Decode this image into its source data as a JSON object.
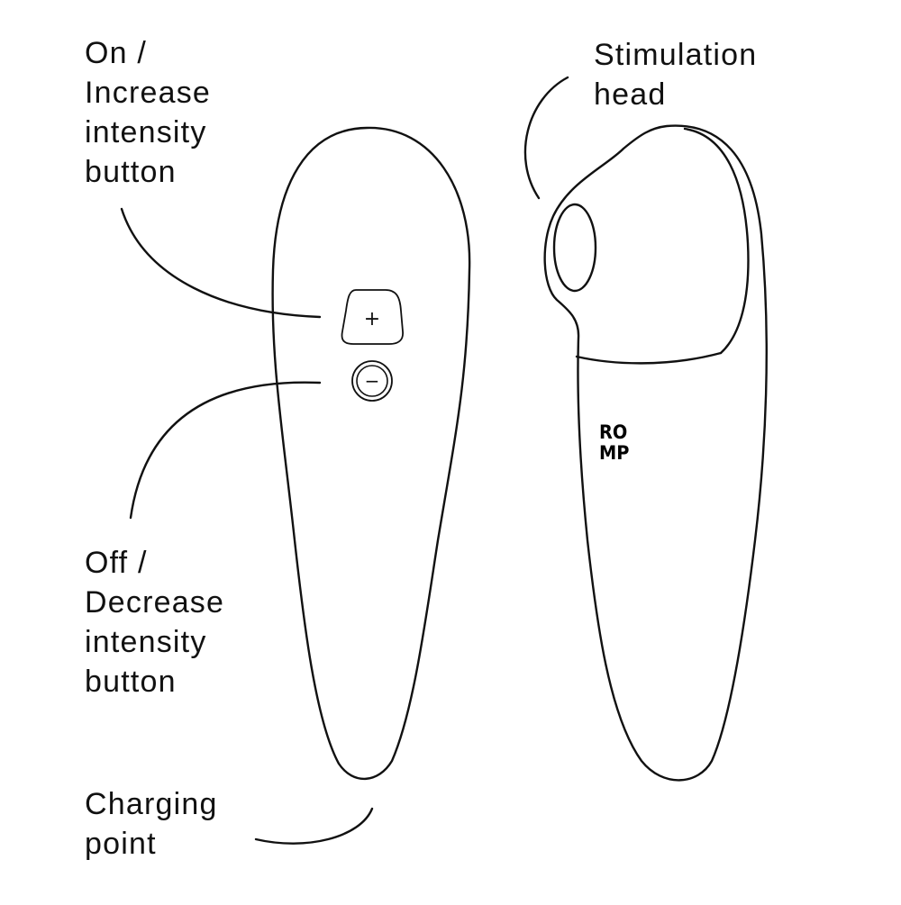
{
  "labels": {
    "on_increase": [
      "On /",
      "Increase",
      "intensity",
      "button"
    ],
    "off_decrease": [
      "Off /",
      "Decrease",
      "intensity",
      "button"
    ],
    "charging": [
      "Charging",
      "point"
    ],
    "stimulation": [
      "Stimulation",
      "head"
    ]
  },
  "logo": [
    "RO",
    "MP"
  ],
  "buttons": {
    "plus_glyph": "+",
    "minus_glyph": "−"
  },
  "colors": {
    "line": "#111111",
    "background": "#ffffff"
  }
}
